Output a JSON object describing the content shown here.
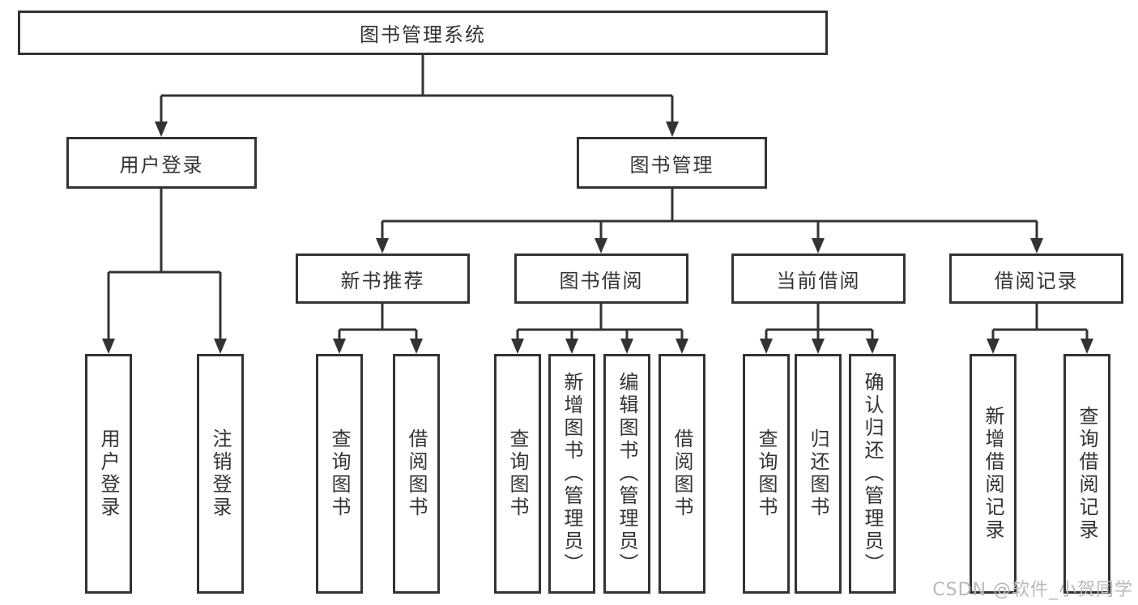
{
  "nodes": {
    "root": "图书管理系统",
    "user_login": "用户登录",
    "book_mgmt": "图书管理",
    "new_book_rec": "新书推荐",
    "book_borrow": "图书借阅",
    "current_borrow": "当前借阅",
    "borrow_record": "借阅记录",
    "leaf_user_login": "用户登录",
    "leaf_logout": "注销登录",
    "nbr_query_book": "查询图书",
    "nbr_borrow_book": "借阅图书",
    "bb_query_book": "查询图书",
    "bb_add_book": "新增图书（管理员）",
    "bb_edit_book": "编辑图书（管理员）",
    "bb_borrow_book": "借阅图书",
    "cb_query_book": "查询图书",
    "cb_return_book": "归还图书",
    "cb_confirm_return": "确认归还（管理员）",
    "br_add_record": "新增借阅记录",
    "br_query_record": "查询借阅记录"
  },
  "tree": {
    "label": "图书管理系统",
    "children": [
      {
        "label": "用户登录",
        "children": [
          {
            "label": "用户登录"
          },
          {
            "label": "注销登录"
          }
        ]
      },
      {
        "label": "图书管理",
        "children": [
          {
            "label": "新书推荐",
            "children": [
              {
                "label": "查询图书"
              },
              {
                "label": "借阅图书"
              }
            ]
          },
          {
            "label": "图书借阅",
            "children": [
              {
                "label": "查询图书"
              },
              {
                "label": "新增图书（管理员）"
              },
              {
                "label": "编辑图书（管理员）"
              },
              {
                "label": "借阅图书"
              }
            ]
          },
          {
            "label": "当前借阅",
            "children": [
              {
                "label": "查询图书"
              },
              {
                "label": "归还图书"
              },
              {
                "label": "确认归还（管理员）"
              }
            ]
          },
          {
            "label": "借阅记录",
            "children": [
              {
                "label": "新增借阅记录"
              },
              {
                "label": "查询借阅记录"
              }
            ]
          }
        ]
      }
    ]
  },
  "watermark": "CSDN @软件_小贺同学",
  "colors": {
    "line": "#333333",
    "text": "#333333",
    "box_background": "#ffffff",
    "watermark": "#b8b8b8",
    "page_background": "#ffffff"
  }
}
